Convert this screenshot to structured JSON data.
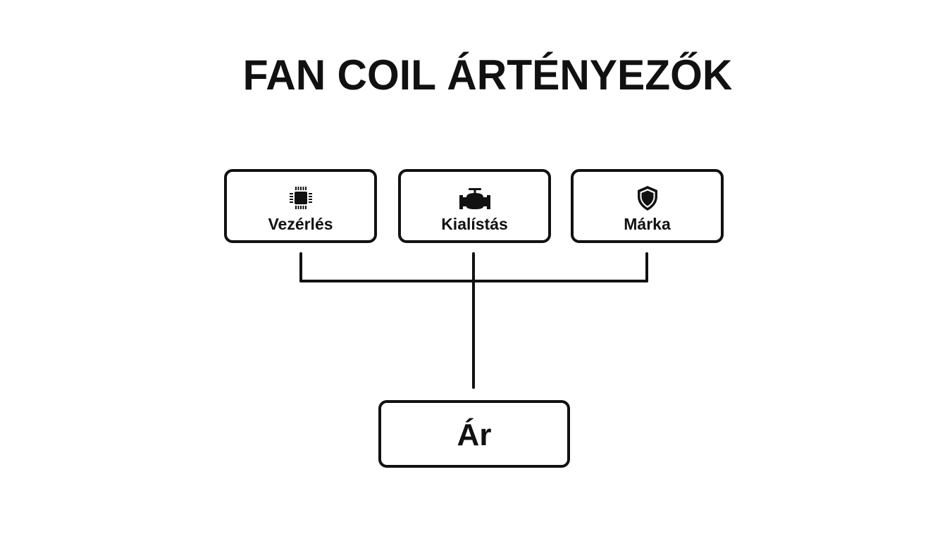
{
  "diagram": {
    "title": "FAN COIL ÁRTÉNYEZŐK",
    "factors": [
      {
        "label": "Vezérlés",
        "icon": "microchip-icon"
      },
      {
        "label": "Kialístás",
        "icon": "valve-icon"
      },
      {
        "label": "Márka",
        "icon": "shield-icon"
      }
    ],
    "result": {
      "label": "Ár"
    },
    "colors": {
      "background": "#ffffff",
      "stroke": "#111111",
      "text": "#111111"
    }
  }
}
